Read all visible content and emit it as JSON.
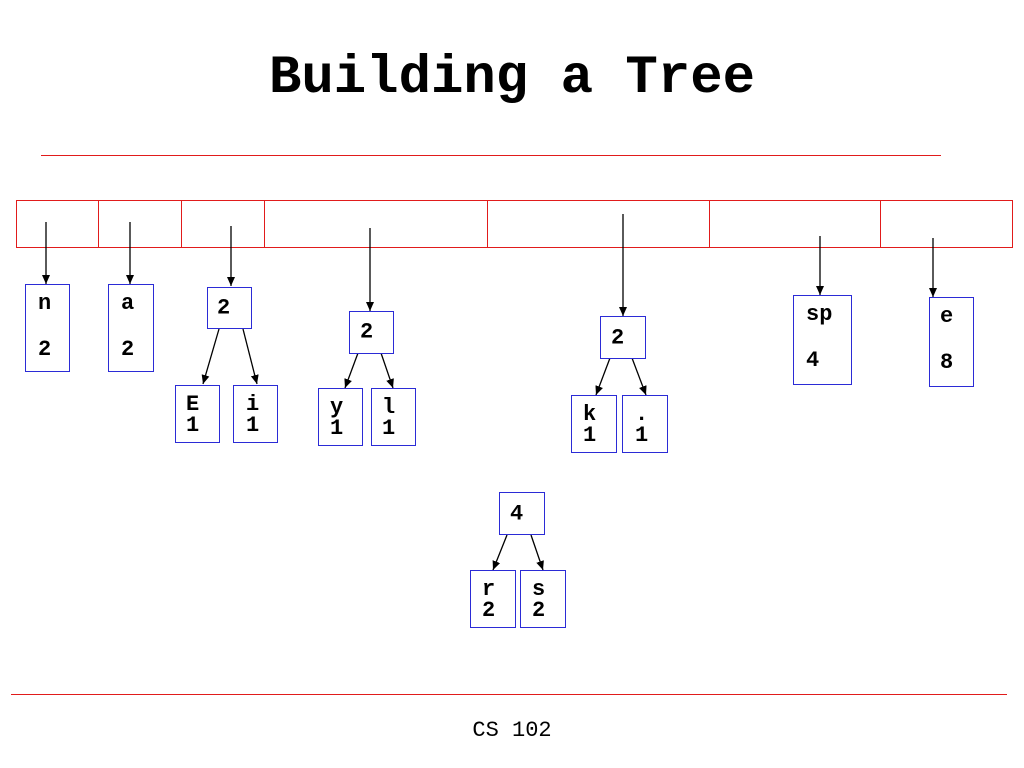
{
  "title": "Building a Tree",
  "footer": "CS 102",
  "colors": {
    "rule": "#e11b1b",
    "node_border": "#2b2bd6",
    "arrow": "#000000"
  },
  "leaves": {
    "n": {
      "char": "n",
      "count": "2"
    },
    "a": {
      "char": "a",
      "count": "2"
    },
    "E": {
      "char": "E",
      "count": "1"
    },
    "i": {
      "char": "i",
      "count": "1"
    },
    "y": {
      "char": "y",
      "count": "1"
    },
    "l": {
      "char": "l",
      "count": "1"
    },
    "k": {
      "char": "k",
      "count": "1"
    },
    "dot": {
      "char": ".",
      "count": "1"
    },
    "sp": {
      "char": "sp",
      "count": "4"
    },
    "e": {
      "char": "e",
      "count": "8"
    },
    "r": {
      "char": "r",
      "count": "2"
    },
    "s": {
      "char": "s",
      "count": "2"
    }
  },
  "internal": {
    "Ei": {
      "weight": "2"
    },
    "yl": {
      "weight": "2"
    },
    "kdot": {
      "weight": "2"
    },
    "rs": {
      "weight": "4"
    }
  }
}
